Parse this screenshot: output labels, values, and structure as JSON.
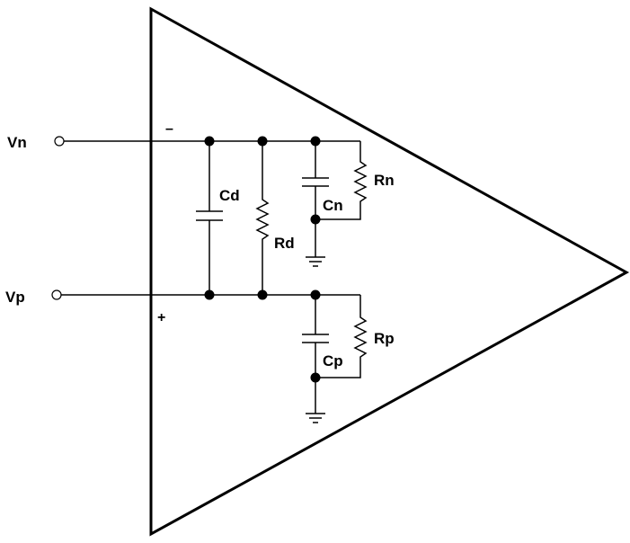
{
  "terminals": {
    "inverting": "Vn",
    "non_inverting": "Vp"
  },
  "signs": {
    "minus": "–",
    "plus": "+"
  },
  "components": {
    "cd": "Cd",
    "rd": "Rd",
    "cn": "Cn",
    "rn": "Rn",
    "cp": "Cp",
    "rp": "Rp"
  }
}
